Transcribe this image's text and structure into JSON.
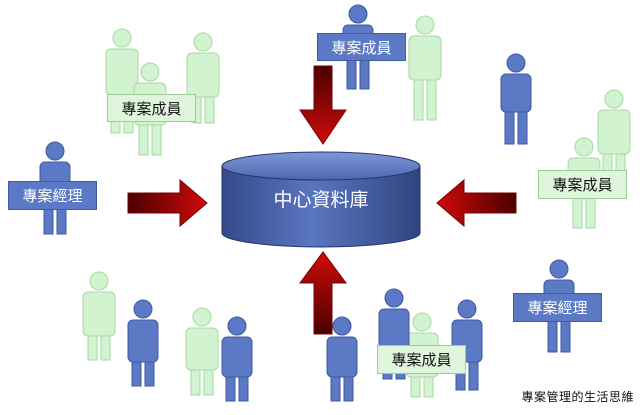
{
  "center": {
    "label": "中心資料庫"
  },
  "labels": {
    "member_top": "專案成員",
    "member_top_left": "專案成員",
    "manager_left": "專案經理",
    "member_right": "專案成員",
    "manager_right": "專案經理",
    "member_bottom": "專案成員"
  },
  "footer": {
    "caption": "專案管理的生活思維"
  },
  "colors": {
    "person_blue": "#5b79c4",
    "person_green": "#d2f3cf",
    "cylinder_body": "#4d67b0",
    "arrow_red": "#c00000"
  }
}
